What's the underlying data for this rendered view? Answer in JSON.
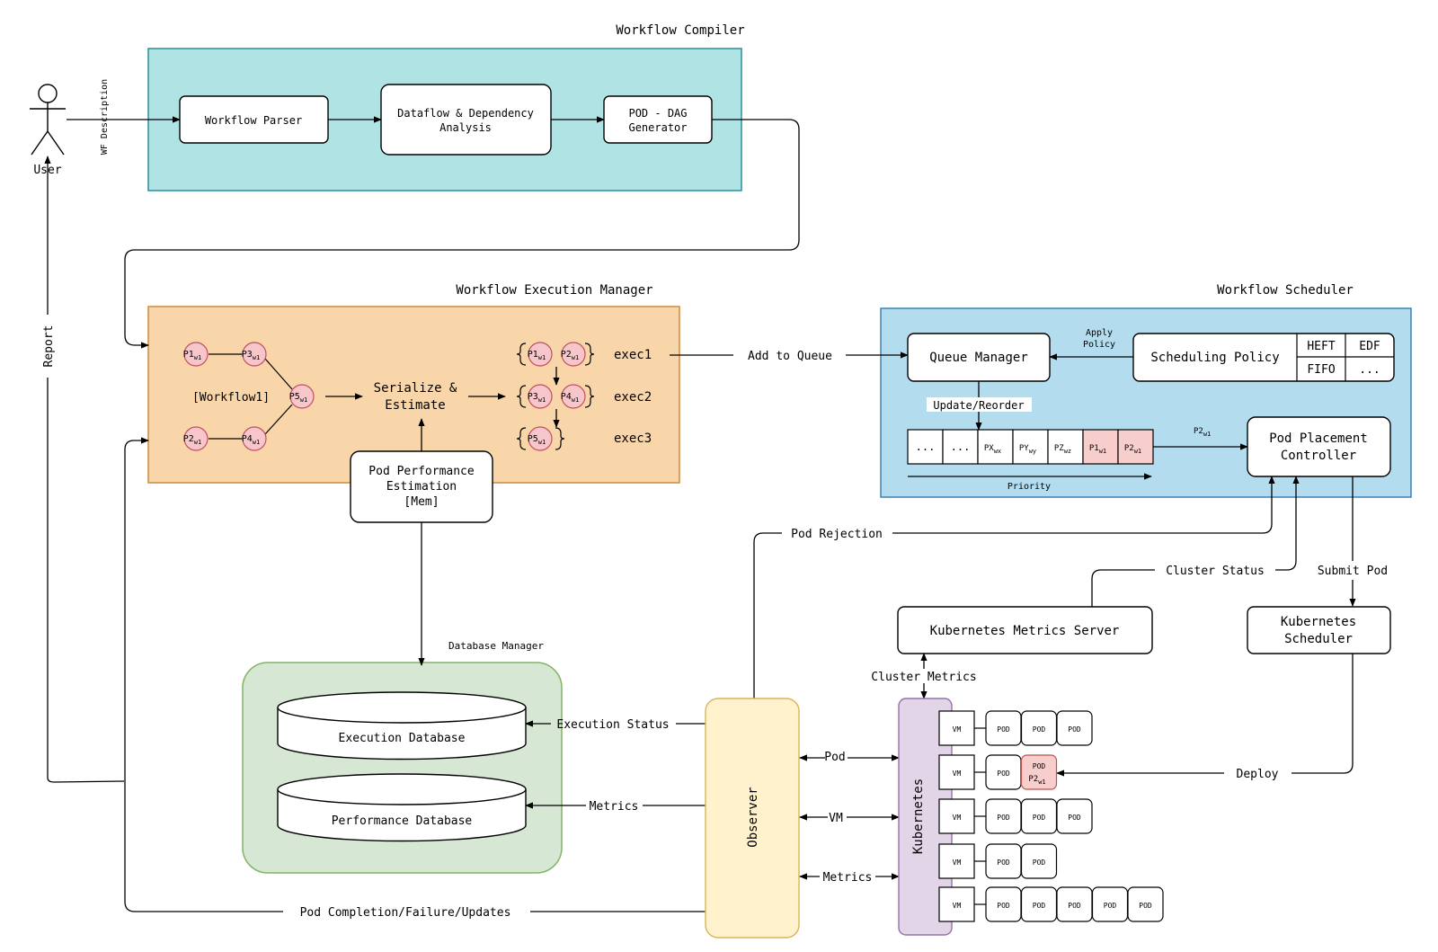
{
  "colors": {
    "compiler_bg": "#b0e3e4",
    "compiler_border": "#2e8d97",
    "execution_bg": "#f9d6a9",
    "execution_border": "#d08a3e",
    "scheduler_bg": "#b3dcef",
    "scheduler_border": "#3a83b4",
    "database_bg": "#d6e8d4",
    "database_border": "#82b366",
    "observer_bg": "#fff2cc",
    "observer_border": "#d6b656",
    "kubernetes_bg": "#e1d5e7",
    "kubernetes_border": "#9673a6",
    "pod_highlight": "#f8cecc",
    "pod_highlight_border": "#b85450"
  },
  "user": {
    "label": "User",
    "wf_description": "WF Description",
    "report": "Report"
  },
  "compiler": {
    "title": "Workflow Compiler",
    "parser": "Workflow Parser",
    "analysis_line1": "Dataflow & Dependency",
    "analysis_line2": "Analysis",
    "dag_line1": "POD - DAG",
    "dag_line2": "Generator"
  },
  "execution": {
    "title": "Workflow Execution Manager",
    "workflow_label": "[Workflow1]",
    "serialize_line1": "Serialize &",
    "serialize_line2": "Estimate",
    "exec1": "exec1",
    "exec2": "exec2",
    "exec3": "exec3",
    "pod_estimation_line1": "Pod Performance",
    "pod_estimation_line2": "Estimation",
    "pod_estimation_line3": "[Mem]",
    "subscript": "w1",
    "pods": {
      "p1": "P1",
      "p2": "P2",
      "p3": "P3",
      "p4": "P4",
      "p5": "P5"
    }
  },
  "scheduler": {
    "title": "Workflow Scheduler",
    "queue_manager": "Queue Manager",
    "apply_policy_line1": "Apply",
    "apply_policy_line2": "Policy",
    "scheduling_policy": "Scheduling Policy",
    "policies": [
      "HEFT",
      "EDF",
      "FIFO",
      "..."
    ],
    "update_reorder": "Update/Reorder",
    "priority": "Priority",
    "queue_cells": [
      {
        "main": "...",
        "sub": ""
      },
      {
        "main": "...",
        "sub": ""
      },
      {
        "main": "PX",
        "sub": "wx"
      },
      {
        "main": "PY",
        "sub": "wy"
      },
      {
        "main": "PZ",
        "sub": "wz"
      },
      {
        "main": "P1",
        "sub": "w1"
      },
      {
        "main": "P2",
        "sub": "w1"
      }
    ],
    "dequeued_main": "P2",
    "dequeued_sub": "w1",
    "placement_line1": "Pod Placement",
    "placement_line2": "Controller"
  },
  "edges": {
    "add_to_queue": "Add to Queue",
    "pod_rejection": "Pod Rejection",
    "cluster_status": "Cluster Status",
    "submit_pod": "Submit Pod",
    "cluster_metrics": "Cluster Metrics",
    "deploy": "Deploy",
    "execution_status": "Execution Status",
    "metrics_db": "Metrics",
    "pod": "Pod",
    "vm": "VM",
    "metrics_k8s": "Metrics",
    "pod_completion": "Pod Completion/Failure/Updates"
  },
  "metrics_server": "Kubernetes Metrics Server",
  "k8s_scheduler_line1": "Kubernetes",
  "k8s_scheduler_line2": "Scheduler",
  "database": {
    "title": "Database Manager",
    "execution_db": "Execution Database",
    "performance_db": "Performance Database"
  },
  "observer": "Observer",
  "kubernetes": "Kubernetes",
  "cluster": {
    "vm_label": "VM",
    "pod_label": "POD",
    "rows": [
      3,
      2,
      3,
      2,
      5
    ],
    "deployed_main": "P2",
    "deployed_sub": "w1"
  }
}
